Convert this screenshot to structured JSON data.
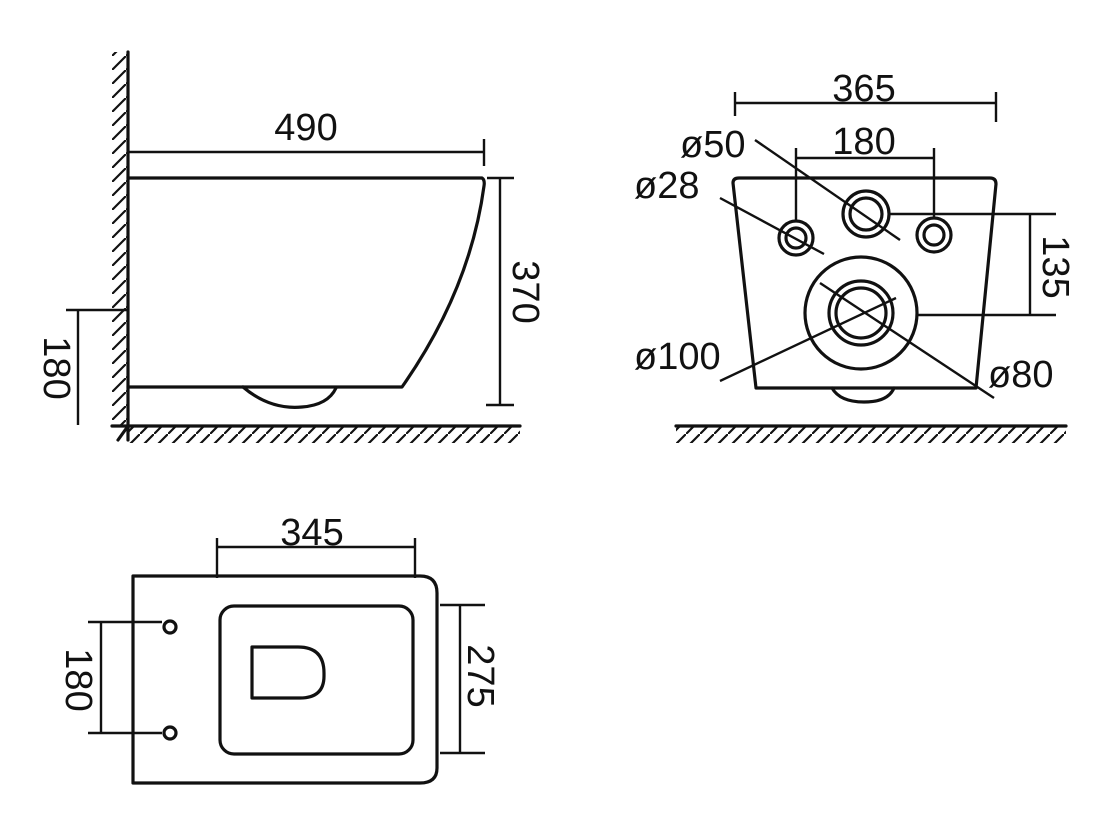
{
  "side_view": {
    "length_label": "490",
    "height_label": "370",
    "inlet_height_label": "180"
  },
  "rear_view": {
    "width_label": "365",
    "bolt_spacing_label": "180",
    "vertical_offset_label": "135",
    "inlet_diameter_label": "ø50",
    "bolt_diameter_label": "ø28",
    "outlet_outer_diameter_label": "ø100",
    "outlet_inner_diameter_label": "ø80"
  },
  "top_view": {
    "width_label": "345",
    "fixing_spacing_label": "180",
    "depth_label": "275"
  }
}
